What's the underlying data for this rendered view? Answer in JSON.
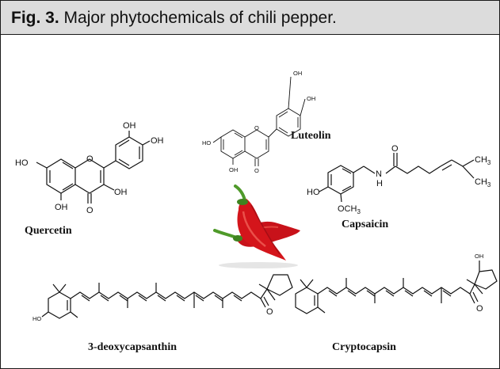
{
  "caption": {
    "fig_number": "Fig. 3.",
    "fig_text": "Major phytochemicals of chili pepper."
  },
  "compounds": {
    "quercetin": {
      "name": "Quercetin",
      "atoms": {
        "oh_top": "OH",
        "oh_right": "OH",
        "ho_left": "HO",
        "oh_ring": "OH",
        "oh_bottom": "OH",
        "o_ring": "O",
        "o_keto": "O"
      }
    },
    "luteolin": {
      "name": "Luteolin",
      "atoms": {
        "oh_top": "OH",
        "oh_right": "OH",
        "ho_left": "HO",
        "oh_bottom": "OH",
        "o_ring": "O",
        "o_keto": "O"
      }
    },
    "capsaicin": {
      "name": "Capsaicin",
      "atoms": {
        "ho": "HO",
        "och3": "OCH",
        "och3_sub": "3",
        "nh_n": "N",
        "nh_h": "H",
        "o_amide": "O",
        "ch3_top": "CH",
        "ch3_top_sub": "3",
        "ch3_bottom": "CH",
        "ch3_bottom_sub": "3"
      }
    },
    "deoxycapsanthin": {
      "name": "3-deoxycapsanthin",
      "atoms": {
        "ho": "HO",
        "o_keto": "O"
      }
    },
    "cryptocapsin": {
      "name": "Cryptocapsin",
      "atoms": {
        "oh": "OH",
        "o_keto": "O"
      }
    }
  },
  "colors": {
    "pepper_red": "#d4151b",
    "pepper_dark": "#8e0a10",
    "stem_green": "#4f9a2a",
    "caption_bg": "#dcdcdc"
  }
}
